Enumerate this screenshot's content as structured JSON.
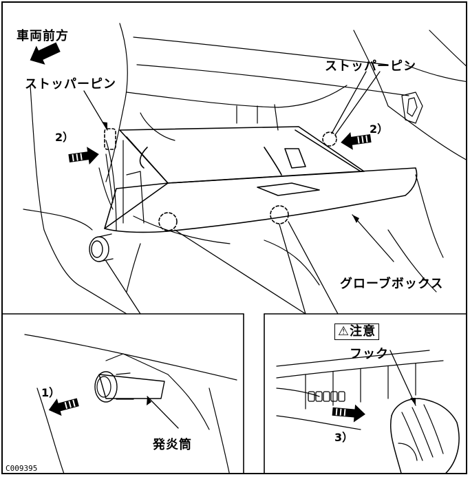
{
  "labels": {
    "vehicle_front": "車両前方",
    "stopper_pin_left": "ストッパーピン",
    "stopper_pin_right": "ストッパーピン",
    "step2_left": "2）",
    "step2_right": "2）",
    "glove_box": "グローブボックス",
    "step1": "1）",
    "flare": "発炎筒",
    "caution_symbol": "⚠",
    "caution_text": "注意",
    "hook": "フック",
    "step3": "3）",
    "figure_code": "C009395"
  }
}
